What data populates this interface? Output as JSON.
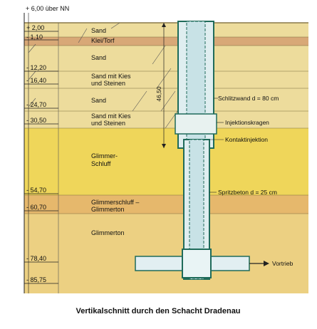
{
  "top_reference": "+ 6,00 über NN",
  "elevations": [
    {
      "label": "+ 2,00"
    },
    {
      "label": "- 1,10"
    },
    {
      "label": "- 12,20"
    },
    {
      "label": "- 16,40"
    },
    {
      "label": "- 24,70"
    },
    {
      "label": "- 30,50"
    },
    {
      "label": "- 54,70"
    },
    {
      "label": "- 60,70"
    },
    {
      "label": "- 78,40"
    },
    {
      "label": "- 85,75"
    }
  ],
  "layers": [
    {
      "name": "Sand",
      "color": "#eddc9c"
    },
    {
      "name": "Klei/Torf",
      "color": "#d8a877"
    },
    {
      "name": "Sand",
      "color": "#eddc9c"
    },
    {
      "name": "Sand mit Kies und Steinen",
      "color": "#eddc9c"
    },
    {
      "name": "Sand",
      "color": "#eddc9c"
    },
    {
      "name": "Sand mit Kies und Steinen",
      "color": "#eddc9c"
    },
    {
      "name": "Glimmer-Schluff",
      "color": "#efd65a"
    },
    {
      "name": "Glimmerschluff – Glimmerton",
      "color": "#e6b86c"
    },
    {
      "name": "Glimmerton",
      "color": "#ecd082"
    }
  ],
  "annotations": {
    "schlitzwand": "Schlitzwand d = 80 cm",
    "injektionskragen": "Injektionskragen",
    "kontaktinjektion": "Kontaktinjektion",
    "spritzbeton": "Spritzbeton d = 25 cm",
    "vortrieb": "Vortrieb",
    "dimension": "46,50"
  },
  "caption": "Vertikalschnitt durch den Schacht Dradenau",
  "colors": {
    "shaft_fill": "#dfeef0",
    "shaft_border": "#1f6b5a",
    "hatch": "#333333"
  }
}
